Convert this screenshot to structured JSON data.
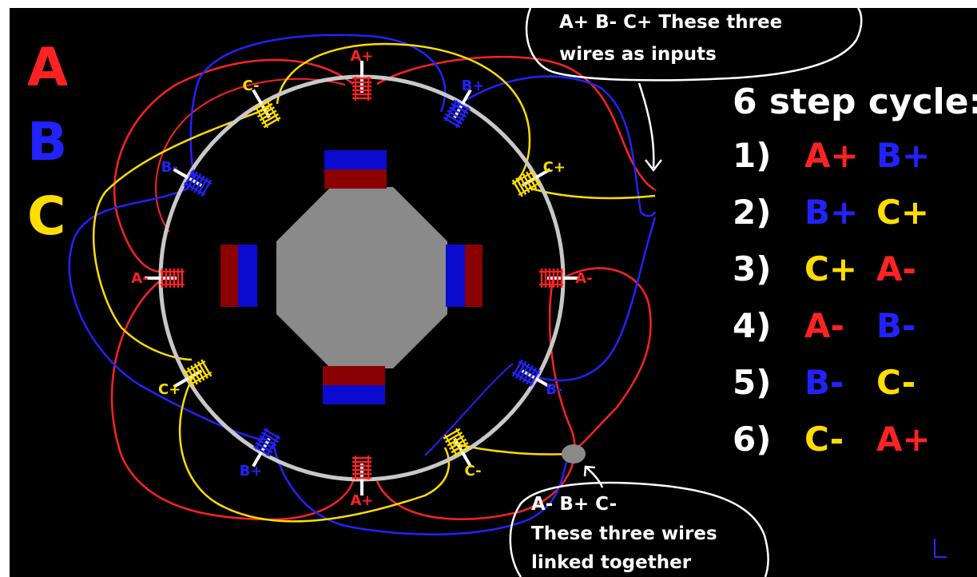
{
  "legend": {
    "a": "A",
    "b": "B",
    "c": "C"
  },
  "colors": {
    "phase_a": "#ff2222",
    "phase_b": "#2222ff",
    "phase_c": "#ffdd00",
    "stator": "#c8c8c8",
    "rotor": "#8a8a8a",
    "magnet_red": "#8b0000",
    "magnet_blue": "#0b0bd0"
  },
  "coils": [
    {
      "label": "A+",
      "phase": "a"
    },
    {
      "label": "B+",
      "phase": "b"
    },
    {
      "label": "C+",
      "phase": "c"
    },
    {
      "label": "A-",
      "phase": "a"
    },
    {
      "label": "B-",
      "phase": "b"
    },
    {
      "label": "C-",
      "phase": "c"
    },
    {
      "label": "A+",
      "phase": "a"
    },
    {
      "label": "B+",
      "phase": "b"
    },
    {
      "label": "C+",
      "phase": "c"
    },
    {
      "label": "A-",
      "phase": "a"
    },
    {
      "label": "B-",
      "phase": "b"
    },
    {
      "label": "C-",
      "phase": "c"
    }
  ],
  "cycle": {
    "title": "6 step cycle:",
    "steps": [
      {
        "num": "1)",
        "first": "A+",
        "first_phase": "a",
        "second": "B+",
        "second_phase": "b"
      },
      {
        "num": "2)",
        "first": "B+",
        "first_phase": "b",
        "second": "C+",
        "second_phase": "c"
      },
      {
        "num": "3)",
        "first": "C+",
        "first_phase": "c",
        "second": "A-",
        "second_phase": "a"
      },
      {
        "num": "4)",
        "first": "A-",
        "first_phase": "a",
        "second": "B-",
        "second_phase": "b"
      },
      {
        "num": "5)",
        "first": "B-",
        "first_phase": "b",
        "second": "C-",
        "second_phase": "c"
      },
      {
        "num": "6)",
        "first": "C-",
        "first_phase": "c",
        "second": "A+",
        "second_phase": "a"
      }
    ]
  },
  "callouts": {
    "inputs_line1": "A+  B-  C+    These three",
    "inputs_line2": "wires as inputs",
    "linked_line1": "A-  B+  C-",
    "linked_line2": "These three wires",
    "linked_line3": "linked together"
  }
}
